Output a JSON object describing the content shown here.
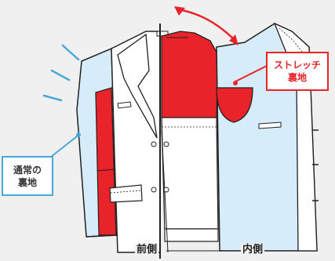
{
  "labels": {
    "normal_lining_line1": "通常の",
    "normal_lining_line2": "裏地",
    "stretch_lining_line1": "ストレッチ",
    "stretch_lining_line2": "裏地",
    "front_side": "前側",
    "inner_side": "内側"
  },
  "colors": {
    "stretch_lining": "#e8232a",
    "normal_lining": "#d6ecf8",
    "outline": "#222222",
    "blue_accent": "#4aa8d8",
    "background": "#f0f0f0"
  }
}
